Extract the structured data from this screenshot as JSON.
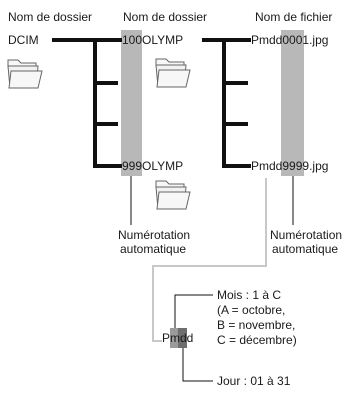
{
  "headers": {
    "folder_name_1": "Nom de dossier",
    "folder_name_2": "Nom de dossier",
    "file_name": "Nom de fichier"
  },
  "folders": {
    "root": "DCIM",
    "first_prefix": "100",
    "first_suffix": "OLYMP",
    "last_prefix": "999",
    "last_suffix": "OLYMP"
  },
  "files": {
    "first_prefix": "Pmdd",
    "first_number": "0001",
    "first_ext": ".jpg",
    "last_prefix": "Pmdd",
    "last_number": "9999",
    "last_ext": ".jpg"
  },
  "notes": {
    "auto_numbering_folder_line1": "Numérotation",
    "auto_numbering_folder_line2": "automatique",
    "auto_numbering_file_line1": "Numérotation",
    "auto_numbering_file_line2": "automatique"
  },
  "detail": {
    "pmdd": "Pmdd",
    "month_line1": "Mois : 1 à C",
    "month_line2": "(A = octobre,",
    "month_line3": "B = novembre,",
    "month_line4": "C = décembre)",
    "day": "Jour : 01 à 31"
  },
  "colors": {
    "highlight_gray": "#b8b8b8",
    "month_highlight": "#9a9a9a",
    "day_highlight": "#6e6e6e",
    "tree_black": "#111111"
  }
}
